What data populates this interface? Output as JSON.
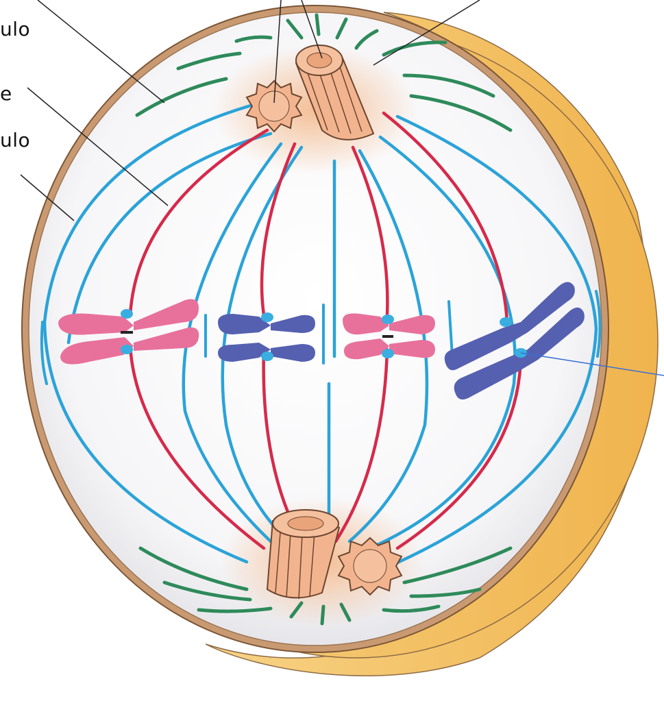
{
  "labels": {
    "label1": "ulo",
    "label2": "e",
    "label3": "ulo"
  },
  "colors": {
    "kinetochore_microtubule": "#d62a4a",
    "polar_microtubule": "#2ba3d8",
    "astral_microtubule": "#2e8a5a",
    "chromosome_pink": "#e8719b",
    "chromosome_blue": "#5560b0",
    "kinetochore": "#3aaee0",
    "centriole": "#f2b48e",
    "cell_envelope": "#b7835a",
    "cell_shadow": "#f4c66c",
    "centrosome_glow": "#f6c6a4"
  }
}
